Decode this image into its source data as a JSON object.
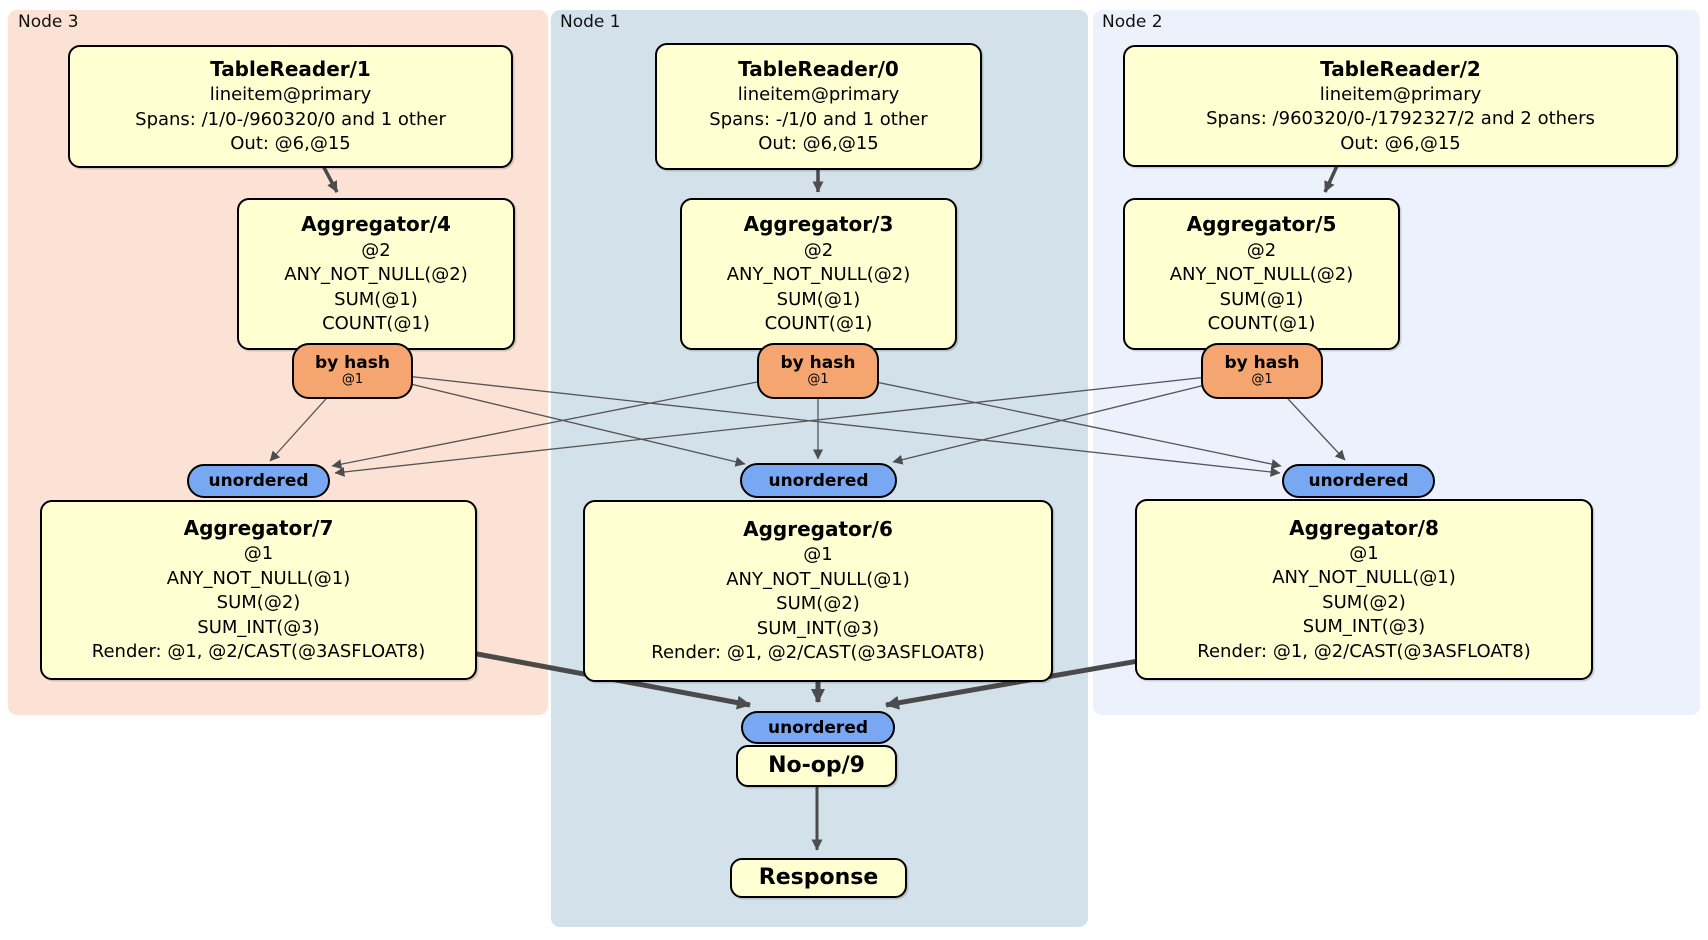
{
  "regions": [
    {
      "label": "Node 3"
    },
    {
      "label": "Node 1"
    },
    {
      "label": "Node 2"
    }
  ],
  "processors": {
    "tr1": {
      "title": "TableReader/1",
      "lines": [
        "lineitem@primary",
        "Spans: /1/0-/960320/0 and 1 other",
        "Out: @6,@15"
      ]
    },
    "tr0": {
      "title": "TableReader/0",
      "lines": [
        "lineitem@primary",
        "Spans: -/1/0 and 1 other",
        "Out: @6,@15"
      ]
    },
    "tr2": {
      "title": "TableReader/2",
      "lines": [
        "lineitem@primary",
        "Spans: /960320/0-/1792327/2 and 2 others",
        "Out: @6,@15"
      ]
    },
    "agg4": {
      "title": "Aggregator/4",
      "lines": [
        "@2",
        "ANY_NOT_NULL(@2)",
        "SUM(@1)",
        "COUNT(@1)"
      ]
    },
    "agg3": {
      "title": "Aggregator/3",
      "lines": [
        "@2",
        "ANY_NOT_NULL(@2)",
        "SUM(@1)",
        "COUNT(@1)"
      ]
    },
    "agg5": {
      "title": "Aggregator/5",
      "lines": [
        "@2",
        "ANY_NOT_NULL(@2)",
        "SUM(@1)",
        "COUNT(@1)"
      ]
    },
    "agg7": {
      "title": "Aggregator/7",
      "lines": [
        "@1",
        "ANY_NOT_NULL(@1)",
        "SUM(@2)",
        "SUM_INT(@3)",
        "Render: @1, @2/CAST(@3ASFLOAT8)"
      ]
    },
    "agg6": {
      "title": "Aggregator/6",
      "lines": [
        "@1",
        "ANY_NOT_NULL(@1)",
        "SUM(@2)",
        "SUM_INT(@3)",
        "Render: @1, @2/CAST(@3ASFLOAT8)"
      ]
    },
    "agg8": {
      "title": "Aggregator/8",
      "lines": [
        "@1",
        "ANY_NOT_NULL(@1)",
        "SUM(@2)",
        "SUM_INT(@3)",
        "Render: @1, @2/CAST(@3ASFLOAT8)"
      ]
    },
    "noop": {
      "title": "No-op/9"
    },
    "response": {
      "title": "Response"
    }
  },
  "routers": [
    {
      "label": "by hash",
      "detail": "@1"
    },
    {
      "label": "by hash",
      "detail": "@1"
    },
    {
      "label": "by hash",
      "detail": "@1"
    }
  ],
  "syncs": [
    {
      "label": "unordered"
    },
    {
      "label": "unordered"
    },
    {
      "label": "unordered"
    },
    {
      "label": "unordered"
    }
  ],
  "colors": {
    "node3_bg": "#fce2d5",
    "node1_bg": "#d3e1ea",
    "node2_bg": "#ecf1fb",
    "processor_fill": "#ffffd2",
    "router_fill": "#f5a56f",
    "sync_fill": "#79a8f2",
    "edge": "#4d4d4d"
  }
}
